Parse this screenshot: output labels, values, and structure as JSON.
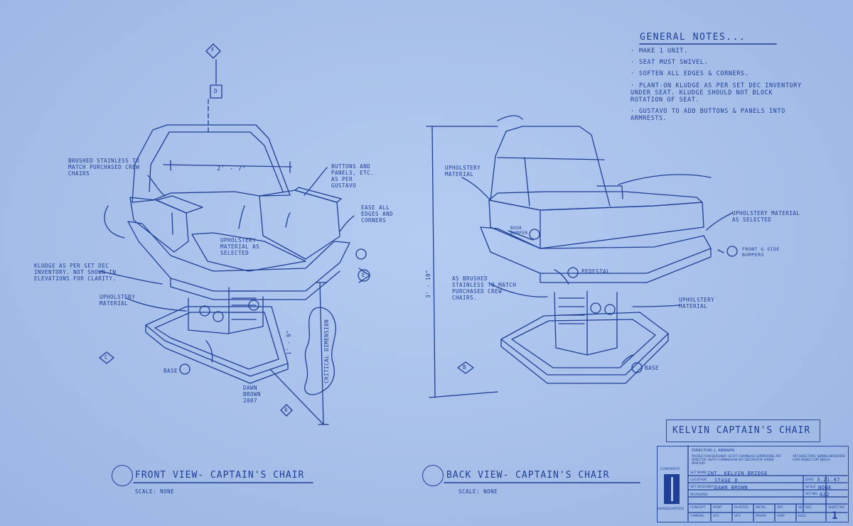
{
  "notes": {
    "title": "GENERAL NOTES...",
    "items": [
      "MAKE 1 UNIT.",
      "SEAT MUST SWIVEL.",
      "SOFTEN ALL EDGES & CORNERS.",
      "PLANT-ON KLUDGE AS PER SET DEC INVENTORY UNDER SEAT. KLUDGE SHOULD NOT BLOCK ROTATION OF SEAT.",
      "GUSTAVO TO ADD BUTTONS & PANELS INTO ARMRESTS."
    ]
  },
  "front": {
    "title": "FRONT VIEW- CAPTAIN'S CHAIR",
    "scale": "SCALE: NONE",
    "width_dim": "2' - 7\"",
    "height_dim": "1' - 9\"",
    "critical": "CRITICAL DIMENSION",
    "brushed": "BRUSHED STAINLESS TO MATCH PURCHASED CREW CHAIRS",
    "buttons": "BUTTONS AND PANELS, ETC. AS PER GUSTAVO",
    "ease": "EASE ALL EDGES AND CORNERS",
    "upholstery_selected": "UPHOLSTERY MATERIAL AS SELECTED",
    "kludge": "KLUDGE AS PER SET DEC INVENTORY. NOT SHOWN IN ELEVATIONS FOR CLARITY.",
    "upholstery": "UPHOLSTERY MATERIAL",
    "base": "BASE",
    "designer": "DAWN BROWN 2007",
    "markers": {
      "F": "F",
      "D": "D",
      "E": "E",
      "C": "C",
      "A": "A"
    }
  },
  "back": {
    "title": "BACK VIEW- CAPTAIN'S CHAIR",
    "scale": "SCALE: NONE",
    "height_dim": "3' - 10\"",
    "upholstery": "UPHOLSTERY MATERIAL",
    "upholstery_selected": "UPHOLSTERY MATERIAL AS SELECTED",
    "book_bumper": "BOOK BUMPER",
    "pedestal": "PEDESTAL",
    "bumpers": "FRONT & SIDE BUMPERS",
    "brushed": "AS BRUSHED STAINLESS TO MATCH PURCHASED CREW CHAIRS.",
    "upholstery2": "UPHOLSTERY MATERIAL",
    "base": "BASE",
    "markers": {
      "B": "B"
    }
  },
  "title_block": {
    "drawing_title": "KELVIN CAPTAIN'S CHAIR",
    "logo_top": "CORPORATE",
    "logo_bottom": "HEADQUARTERS",
    "director": "Director: J. ABRAMS",
    "credits": "Production Designer: SCOTT CHAMBLISS   Supervising Art Director: KEITH CUNNINGHAM   Set Decorator: KAREN MANTHEY",
    "art_directors": "Art Directors: DENNIS BRADFORD  GARY KOSKO  CURT BEECH",
    "set_name_label": "SET NAME",
    "set_name": "INT. KELVIN BRIDGE",
    "location_label": "LOCATION",
    "location": "STAGE 8",
    "designer_label": "SET DESIGNER",
    "designer": "DAWN BROWN",
    "revisions_label": "REVISIONS",
    "date_label": "DATE",
    "date": "3.21.07",
    "scale_label": "SCALE",
    "scale": "NONE",
    "set_no_label": "SET NO",
    "set_no": "622",
    "sheet_label": "SHEET NO",
    "sheet": "1",
    "row_labels_1": [
      "CONCEPT",
      "PAINT",
      "PLASTER",
      "METAL",
      "ART",
      "SET DEC"
    ],
    "row_labels_2": [
      "CAMERA",
      "SFX",
      "VFX",
      "PROPS",
      "GRIP",
      "ELEC"
    ]
  },
  "colors": {
    "paper": "#a9c2ec",
    "ink": "#1f3f96"
  }
}
